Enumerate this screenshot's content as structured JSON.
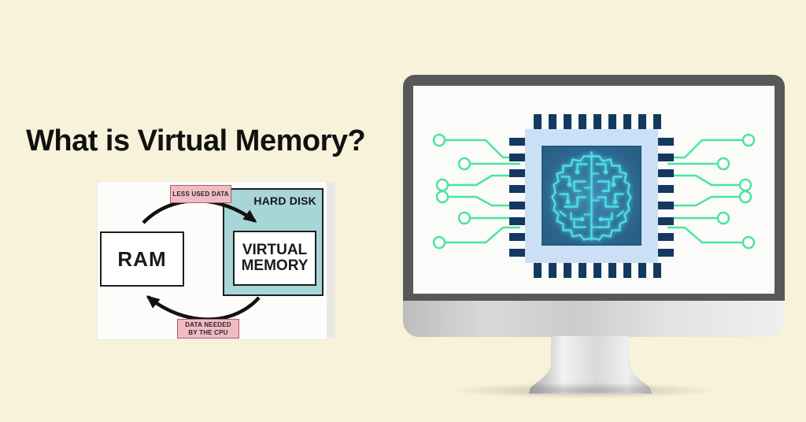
{
  "page": {
    "title": "What is Virtual Memory?"
  },
  "diagram": {
    "ram": "RAM",
    "virtual_memory": "VIRTUAL MEMORY",
    "hard_disk": "HARD DISK",
    "less_used_data": "LESS USED DATA",
    "data_needed": "DATA NEEDED BY THE CPU"
  },
  "illustration": {
    "icons": [
      "monitor-icon",
      "cpu-chip-icon",
      "brain-circuit-icon",
      "circuit-trace-icon"
    ]
  },
  "colors": {
    "background": "#f7f2d9",
    "title_text": "#111111",
    "diagram_pink": "#f1bbc4",
    "diagram_teal": "#a8d5d7",
    "box_border": "#1d1d1d",
    "arrow_black": "#111111",
    "monitor_bezel": "#58585a",
    "screen_white": "#fbfbfa",
    "chip_light_blue": "#cbe0f6",
    "chip_core_blue": "#2f6f97",
    "pin_navy": "#14395f",
    "brain_cyan": "#4fdde4",
    "trace_green": "#4ce4a0"
  }
}
